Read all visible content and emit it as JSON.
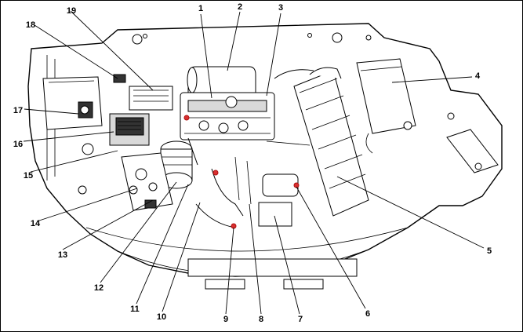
{
  "callouts": [
    {
      "id": "1",
      "label": "1"
    },
    {
      "id": "2",
      "label": "2"
    },
    {
      "id": "3",
      "label": "3"
    },
    {
      "id": "4",
      "label": "4"
    },
    {
      "id": "5",
      "label": "5"
    },
    {
      "id": "6",
      "label": "6"
    },
    {
      "id": "7",
      "label": "7"
    },
    {
      "id": "8",
      "label": "8"
    },
    {
      "id": "9",
      "label": "9"
    },
    {
      "id": "10",
      "label": "10"
    },
    {
      "id": "11",
      "label": "11"
    },
    {
      "id": "12",
      "label": "12"
    },
    {
      "id": "13",
      "label": "13"
    },
    {
      "id": "14",
      "label": "14"
    },
    {
      "id": "15",
      "label": "15"
    },
    {
      "id": "16",
      "label": "16"
    },
    {
      "id": "17",
      "label": "17"
    },
    {
      "id": "18",
      "label": "18"
    },
    {
      "id": "19",
      "label": "19"
    }
  ],
  "colors": {
    "line": "#000000",
    "accent": "#d83030",
    "fill": "#ffffff",
    "shade": "#d9d9d9"
  }
}
